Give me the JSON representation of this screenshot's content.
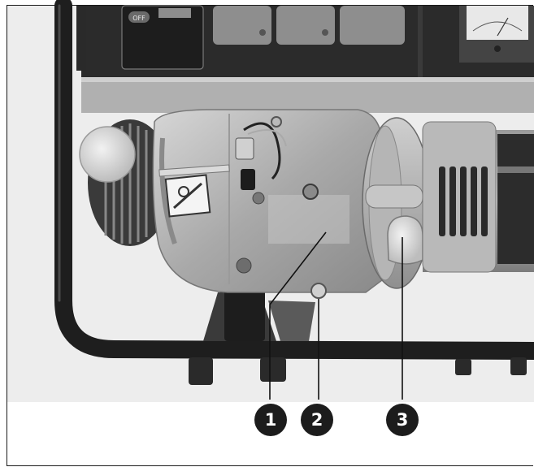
{
  "panel": {
    "off_label": "OFF"
  },
  "callouts": [
    {
      "number": "1"
    },
    {
      "number": "2"
    },
    {
      "number": "3"
    }
  ],
  "colors": {
    "badge": "#1c1c1c",
    "badge_text": "#ffffff",
    "frame_tube": "#1e1e1e",
    "engine_metal": "#b8b8b8"
  }
}
